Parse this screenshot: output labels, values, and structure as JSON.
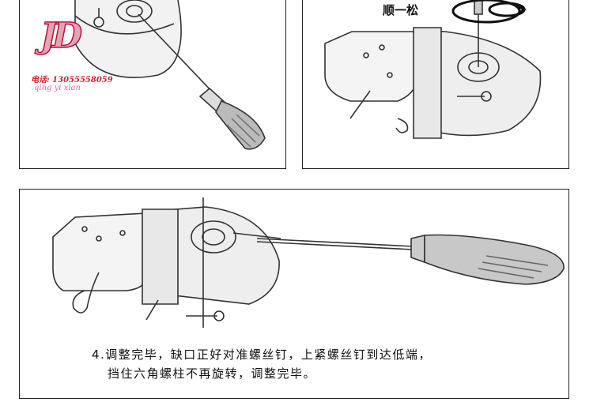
{
  "logo": {
    "mark": "JD",
    "phone": "电话: 13055558059",
    "pinyin": "qing yi xian"
  },
  "panel2": {
    "label": "顺一松"
  },
  "panel3": {
    "caption_line1": "4.调整完毕，缺口正好对准螺丝钉，上紧螺丝钉到达低端，",
    "caption_line2": "挡住六角螺柱不再旋转，调整完毕。"
  }
}
